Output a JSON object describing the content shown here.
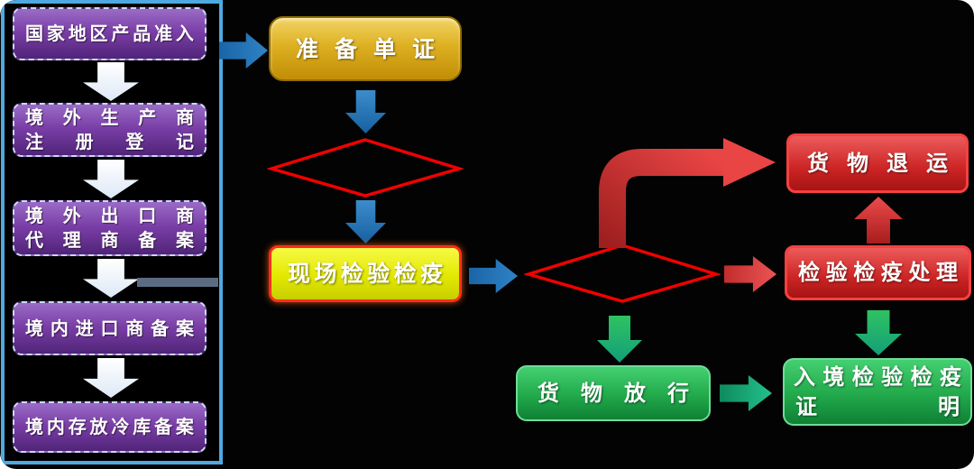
{
  "left_panel": {
    "steps": [
      {
        "id": "country-product-access",
        "lines": [
          "国家地区产品准入"
        ]
      },
      {
        "id": "producer-registration",
        "lines": [
          "境外生产商",
          "注册登记"
        ]
      },
      {
        "id": "exporter-agent-filing",
        "lines": [
          "境外出口商",
          "代理商备案"
        ]
      },
      {
        "id": "importer-filing",
        "lines": [
          "境内进口商备案"
        ]
      },
      {
        "id": "cold-storage-filing",
        "lines": [
          "境内存放冷库备案"
        ]
      }
    ]
  },
  "flow": {
    "prepare_documents": "准备单证",
    "onsite_inspection": "现场检验检疫",
    "return_shipment": "货物退运",
    "inspection_treatment": "检验检疫处理",
    "goods_release": "货物放行",
    "entry_certificate_line1": "入境检验检疫",
    "entry_certificate_line2": "证明"
  },
  "colors": {
    "background": "#030303",
    "panel_border_blue": "#4fa9e1",
    "step_purple": "#7b3fa8",
    "gold": "#ddb021",
    "lime_yellow": "#e3e800",
    "diamond_red": "#f20000",
    "node_red": "#cc2424",
    "node_green": "#21a94b",
    "arrow_blue": "#2272b8"
  }
}
